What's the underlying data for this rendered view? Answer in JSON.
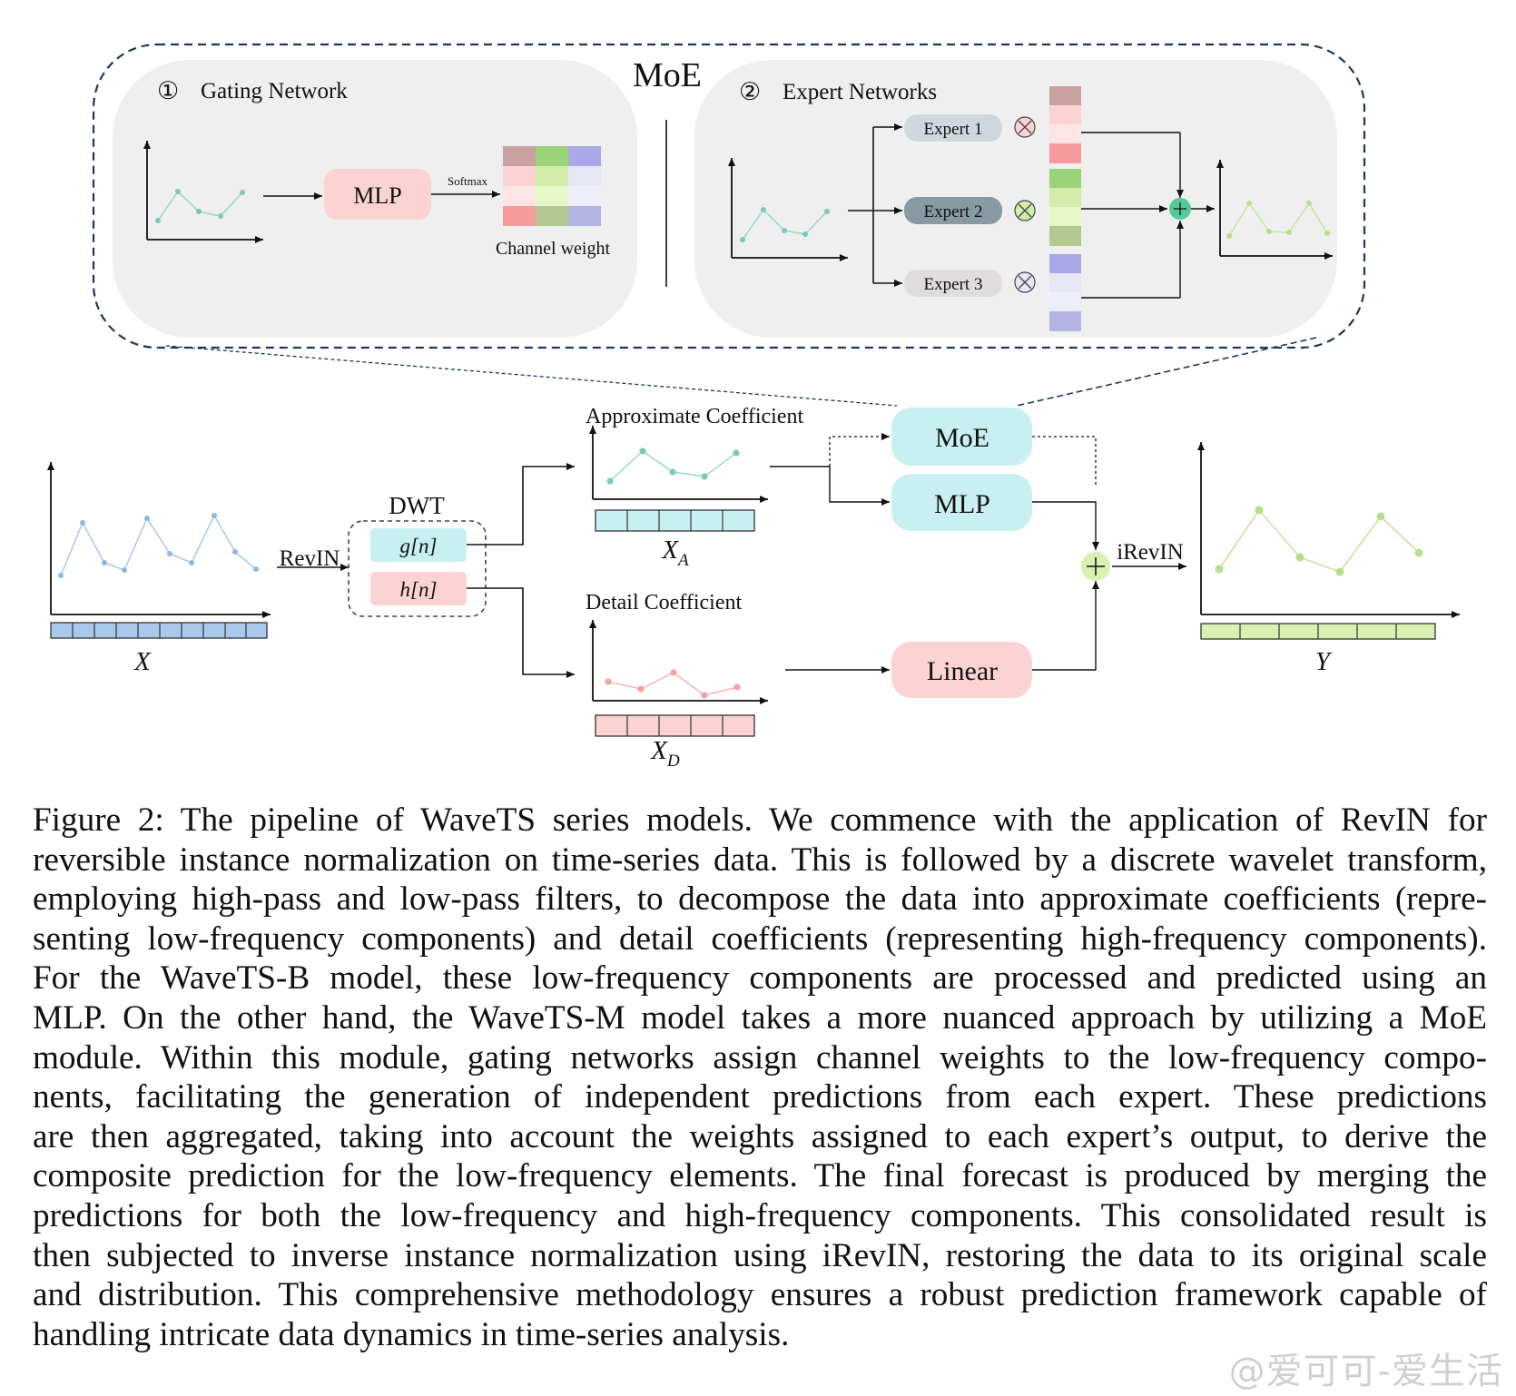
{
  "figure": {
    "moe_panel_title": "MoE",
    "gating": {
      "number": "①",
      "title": "Gating Network",
      "mlp_label": "MLP",
      "softmax_label": "Softmax",
      "channel_weight_label": "Channel weight"
    },
    "experts": {
      "number": "②",
      "title": "Expert Networks",
      "items": [
        "Expert 1",
        "Expert 2",
        "Expert 3"
      ]
    },
    "pipeline": {
      "input_label": "X",
      "revin_label": "RevIN",
      "dwt_label": "DWT",
      "g_filter": "g[n]",
      "h_filter": "h[n]",
      "approx_title": "Approximate Coefficient",
      "approx_var": "X",
      "approx_sub": "A",
      "detail_title": "Detail Coefficient",
      "detail_var": "X",
      "detail_sub": "D",
      "moe_block": "MoE",
      "mlp_block": "MLP",
      "linear_block": "Linear",
      "irevin_label": "iRevIN",
      "output_label": "Y"
    },
    "colors": {
      "teal_block": "#c8f0f0",
      "pink_block": "#fbd3d3",
      "blue_sequence": "#aac8ec",
      "green_sequence": "#d8f1b0",
      "panel_gray": "#efefef",
      "dashed_border": "#1f3759"
    }
  },
  "caption": {
    "lines": [
      "Figure 2: The pipeline of WaveTS series models. We commence with the application of RevIN for",
      "reversible instance normalization on time-series data. This is followed by a discrete wavelet transform,",
      "employing high-pass and low-pass filters, to decompose the data into approximate coefficients (repre-",
      "senting low-frequency components) and detail coefficients (representing high-frequency components).",
      "For the WaveTS-B model, these low-frequency components are processed and predicted using an",
      "MLP. On the other hand, the WaveTS-M model takes a more nuanced approach by utilizing a MoE",
      "module. Within this module, gating networks assign channel weights to the low-frequency compo-",
      "nents, facilitating the generation of independent predictions from each expert. These predictions",
      "are then aggregated, taking into account the weights assigned to each expert’s output, to derive the",
      "composite prediction for the low-frequency elements. The final forecast is produced by merging the",
      "predictions for both the low-frequency and high-frequency components. This consolidated result is",
      "then subjected to inverse instance normalization using iRevIN, restoring the data to its original scale",
      "and distribution. This comprehensive methodology ensures a robust prediction framework capable of",
      "handling intricate data dynamics in time-series analysis."
    ]
  },
  "watermark": "@爱可可-爱生活"
}
